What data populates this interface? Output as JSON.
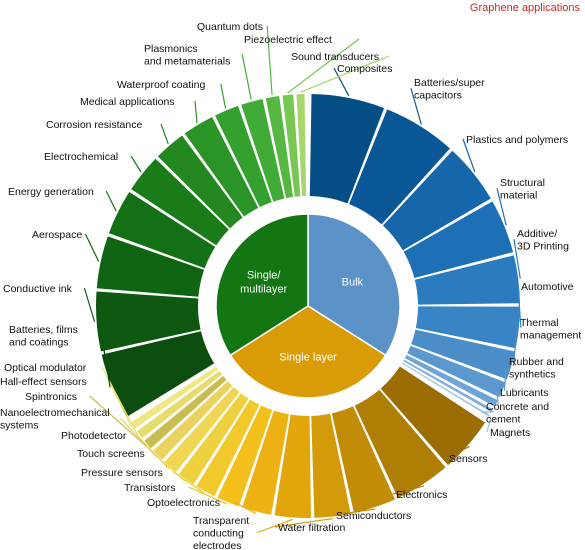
{
  "chart_data": {
    "type": "pie",
    "title": "Graphene applications",
    "title_color": "#c8281e",
    "inner": [
      {
        "label": "Bulk",
        "value": 34,
        "color": "#5b93c8"
      },
      {
        "label": "Single layer",
        "value": 32,
        "color": "#d99c06"
      },
      {
        "label": "Single/ multilayer",
        "value": 34,
        "color": "#137612"
      }
    ],
    "outer": [
      {
        "group": "Bulk",
        "label": "Composites",
        "value": 6,
        "color": "#054e85"
      },
      {
        "group": "Bulk",
        "label": "Batteries/super capacitors",
        "value": 6,
        "color": "#0a5797"
      },
      {
        "group": "Bulk",
        "label": "Plastics and polymers",
        "value": 5,
        "color": "#1566ab"
      },
      {
        "group": "Bulk",
        "label": "Structural material",
        "value": 4.5,
        "color": "#1e70b6"
      },
      {
        "group": "Bulk",
        "label": "Additive/ 3D Printing",
        "value": 4,
        "color": "#2b7cbf"
      },
      {
        "group": "Bulk",
        "label": "Automotive",
        "value": 3.5,
        "color": "#3884c4"
      },
      {
        "group": "Bulk",
        "label": "Thermal management",
        "value": 2.5,
        "color": "#4a8dc7"
      },
      {
        "group": "Bulk",
        "label": "Rubber and synthetics",
        "value": 1.5,
        "color": "#5a98cd"
      },
      {
        "group": "Bulk",
        "label": "Lubricants",
        "value": 0.8,
        "color": "#6ea5d4"
      },
      {
        "group": "Bulk",
        "label": "Concrete and cement",
        "value": 0.5,
        "color": "#7fb0da"
      },
      {
        "group": "Bulk",
        "label": "Magnets",
        "value": 0.4,
        "color": "#9cc3e4"
      },
      {
        "group": "Single layer",
        "label": "Sensors",
        "value": 4.5,
        "color": "#9b6d03"
      },
      {
        "group": "Single layer",
        "label": "Electronics",
        "value": 4.5,
        "color": "#ae7e05"
      },
      {
        "group": "Single layer",
        "label": "Semiconductors",
        "value": 3.5,
        "color": "#c38c07"
      },
      {
        "group": "Single layer",
        "label": "Water filtration",
        "value": 3,
        "color": "#d39a09"
      },
      {
        "group": "Single layer",
        "label": "Transparent conducting electrodes",
        "value": 3,
        "color": "#e2a60d"
      },
      {
        "group": "Single layer",
        "label": "Optoelectronics",
        "value": 2.5,
        "color": "#eeb114"
      },
      {
        "group": "Single layer",
        "label": "Transistors",
        "value": 2,
        "color": "#f2bf1b"
      },
      {
        "group": "Single layer",
        "label": "Pressure sensors",
        "value": 1.8,
        "color": "#f1c92a"
      },
      {
        "group": "Single layer",
        "label": "Touch screens",
        "value": 1.6,
        "color": "#efd13f"
      },
      {
        "group": "Single layer",
        "label": "Photodetector",
        "value": 1.4,
        "color": "#f1d654"
      },
      {
        "group": "Single layer",
        "label": "Nanoelectromechanical systems",
        "value": 1.2,
        "color": "#ead25f"
      },
      {
        "group": "Single layer",
        "label": "Spintronics",
        "value": 1,
        "color": "#c9bd52"
      },
      {
        "group": "Single layer",
        "label": "Hall-effect sensors",
        "value": 0.9,
        "color": "#e6db6e"
      },
      {
        "group": "Single layer",
        "label": "Optical modulator",
        "value": 0.8,
        "color": "#efe684"
      },
      {
        "group": "Single/ multilayer",
        "label": "Batteries, films and coatings",
        "value": 5,
        "color": "#0b4d0d"
      },
      {
        "group": "Single/ multilayer",
        "label": "Conductive ink",
        "value": 4.5,
        "color": "#0e5810"
      },
      {
        "group": "Single/ multilayer",
        "label": "Aerospace",
        "value": 4,
        "color": "#106512"
      },
      {
        "group": "Single/ multilayer",
        "label": "Energy generation",
        "value": 3.5,
        "color": "#147015"
      },
      {
        "group": "Single/ multilayer",
        "label": "Electrochemical",
        "value": 3,
        "color": "#1a7c19"
      },
      {
        "group": "Single/ multilayer",
        "label": "Corrosion resistance",
        "value": 2.5,
        "color": "#22881f"
      },
      {
        "group": "Single/ multilayer",
        "label": "Medical applications",
        "value": 2.5,
        "color": "#2a9426"
      },
      {
        "group": "Single/ multilayer",
        "label": "Waterproof coating",
        "value": 2,
        "color": "#34a02d"
      },
      {
        "group": "Single/ multilayer",
        "label": "Plasmonics and metamaterials",
        "value": 1.8,
        "color": "#40ab36"
      },
      {
        "group": "Single/ multilayer",
        "label": "Quantum dots",
        "value": 1.2,
        "color": "#56b842"
      },
      {
        "group": "Single/ multilayer",
        "label": "Piezoelectric effect",
        "value": 1,
        "color": "#78c752"
      },
      {
        "group": "Single/ multilayer",
        "label": "Sound transducers",
        "value": 0.8,
        "color": "#a6d66c"
      }
    ]
  }
}
